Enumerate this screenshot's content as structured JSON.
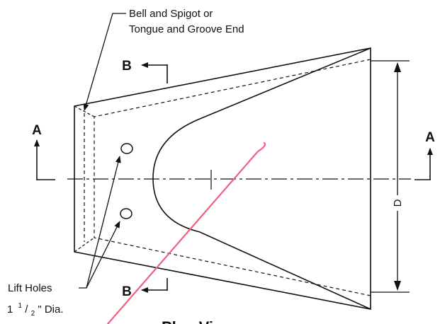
{
  "labels": {
    "end_line1": "Bell and Spigot or",
    "end_line2": "Tongue and Groove End",
    "lift_holes": "Lift Holes",
    "dia_whole": "1",
    "dia_num": "1",
    "dia_slash": "/",
    "dia_den": "2",
    "dia_rest": "\" Dia.",
    "section_a": "A",
    "section_b": "B",
    "dimension_d": "D",
    "view_title": "Plan View"
  },
  "colors": {
    "ink": "#111111",
    "annotation": "#f06080"
  }
}
